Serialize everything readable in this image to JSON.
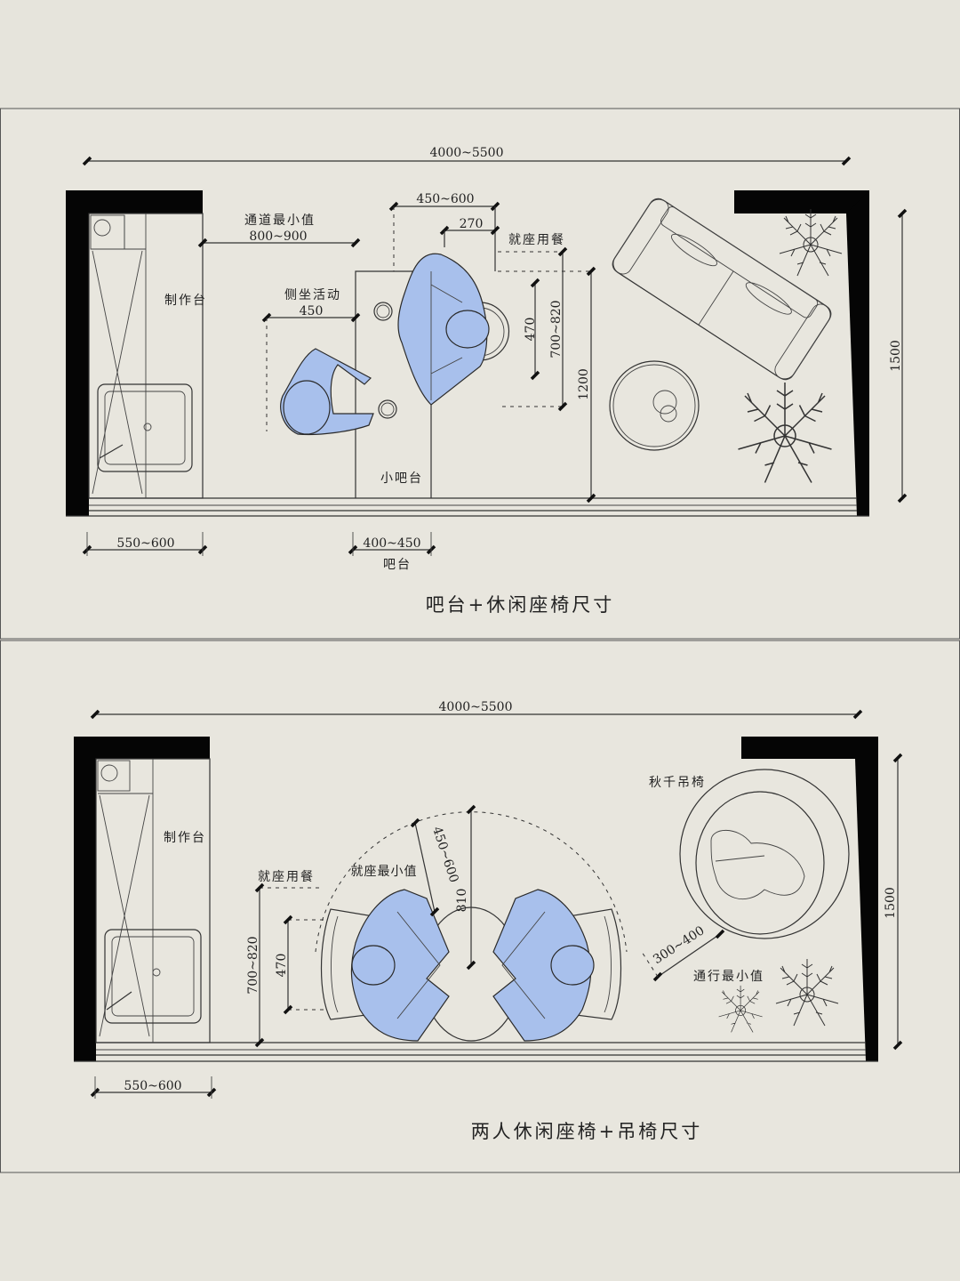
{
  "colors": {
    "background": "#e6e4dc",
    "person": "#a8c0ec",
    "wall": "#050505"
  },
  "plan1": {
    "title": "吧台+休闲座椅尺寸",
    "overall_width": "4000~5500",
    "room_depth": "1500",
    "counter_label": "制作台",
    "aisle_label": "通道最小值",
    "aisle_value": "800~900",
    "side_seat_label": "侧坐活动",
    "side_seat_value": "450",
    "seat_width": "450~600",
    "seat_offset": "270",
    "dining_label": "就座用餐",
    "dim_470": "470",
    "dim_700_820": "700~820",
    "dim_1200": "1200",
    "small_bar_label": "小吧台",
    "counter_depth": "550~600",
    "bar_depth": "400~450",
    "bar_label": "吧台"
  },
  "plan2": {
    "title": "两人休闲座椅+吊椅尺寸",
    "overall_width": "4000~5500",
    "room_depth": "1500",
    "counter_label": "制作台",
    "dining_label": "就座用餐",
    "min_seat_label": "就座最小值",
    "dim_450_600": "450~600",
    "dim_810": "810",
    "dim_700_820": "700~820",
    "dim_470": "470",
    "swing_chair_label": "秋千吊椅",
    "passage_value": "300~400",
    "passage_label": "通行最小值",
    "counter_depth": "550~600"
  }
}
